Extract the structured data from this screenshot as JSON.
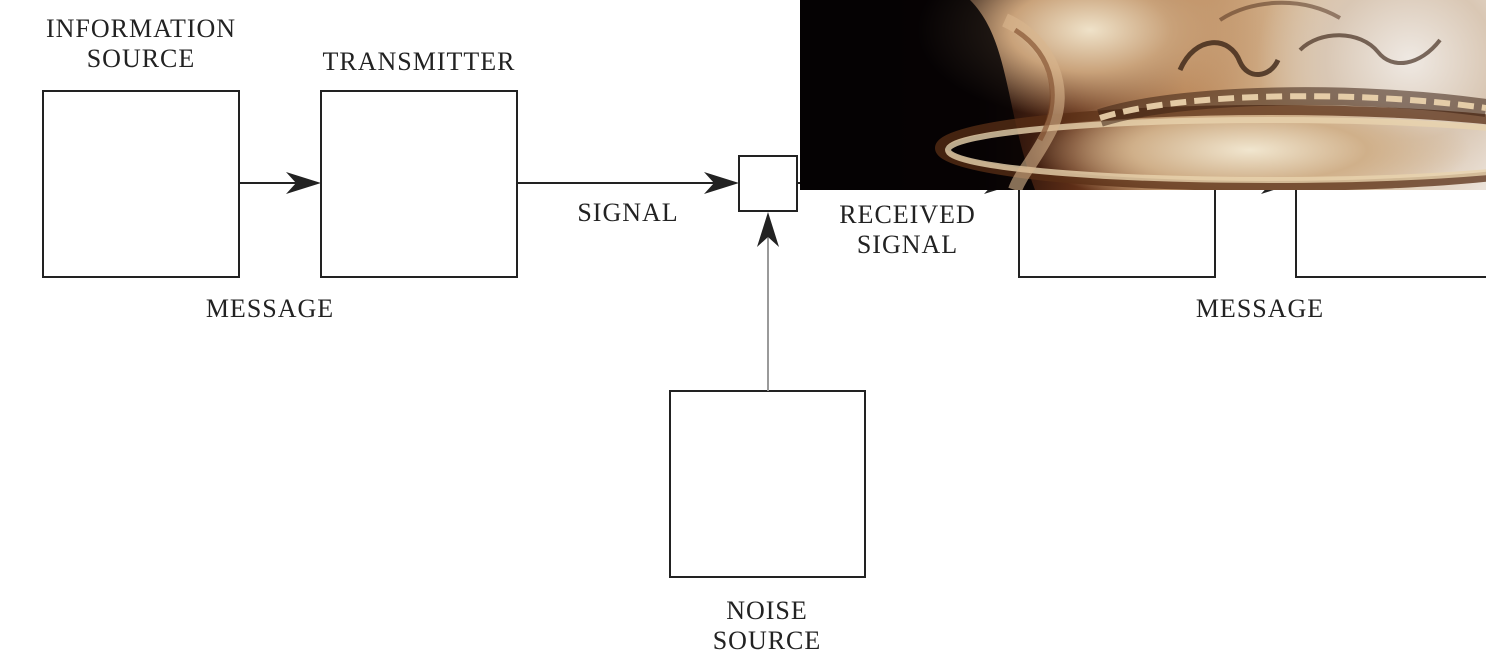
{
  "labels": {
    "information_source": "INFORMATION\nSOURCE",
    "transmitter": "TRANSMITTER",
    "signal": "SIGNAL",
    "received_signal": "RECEIVED\nSIGNAL",
    "message_left": "MESSAGE",
    "message_right": "MESSAGE",
    "noise_source": "NOISE\nSOURCE"
  },
  "colors": {
    "line": "#222222",
    "noise_line": "#9a9a9a"
  },
  "overlay": {
    "image": "engraved-metal-vessel-photo"
  }
}
